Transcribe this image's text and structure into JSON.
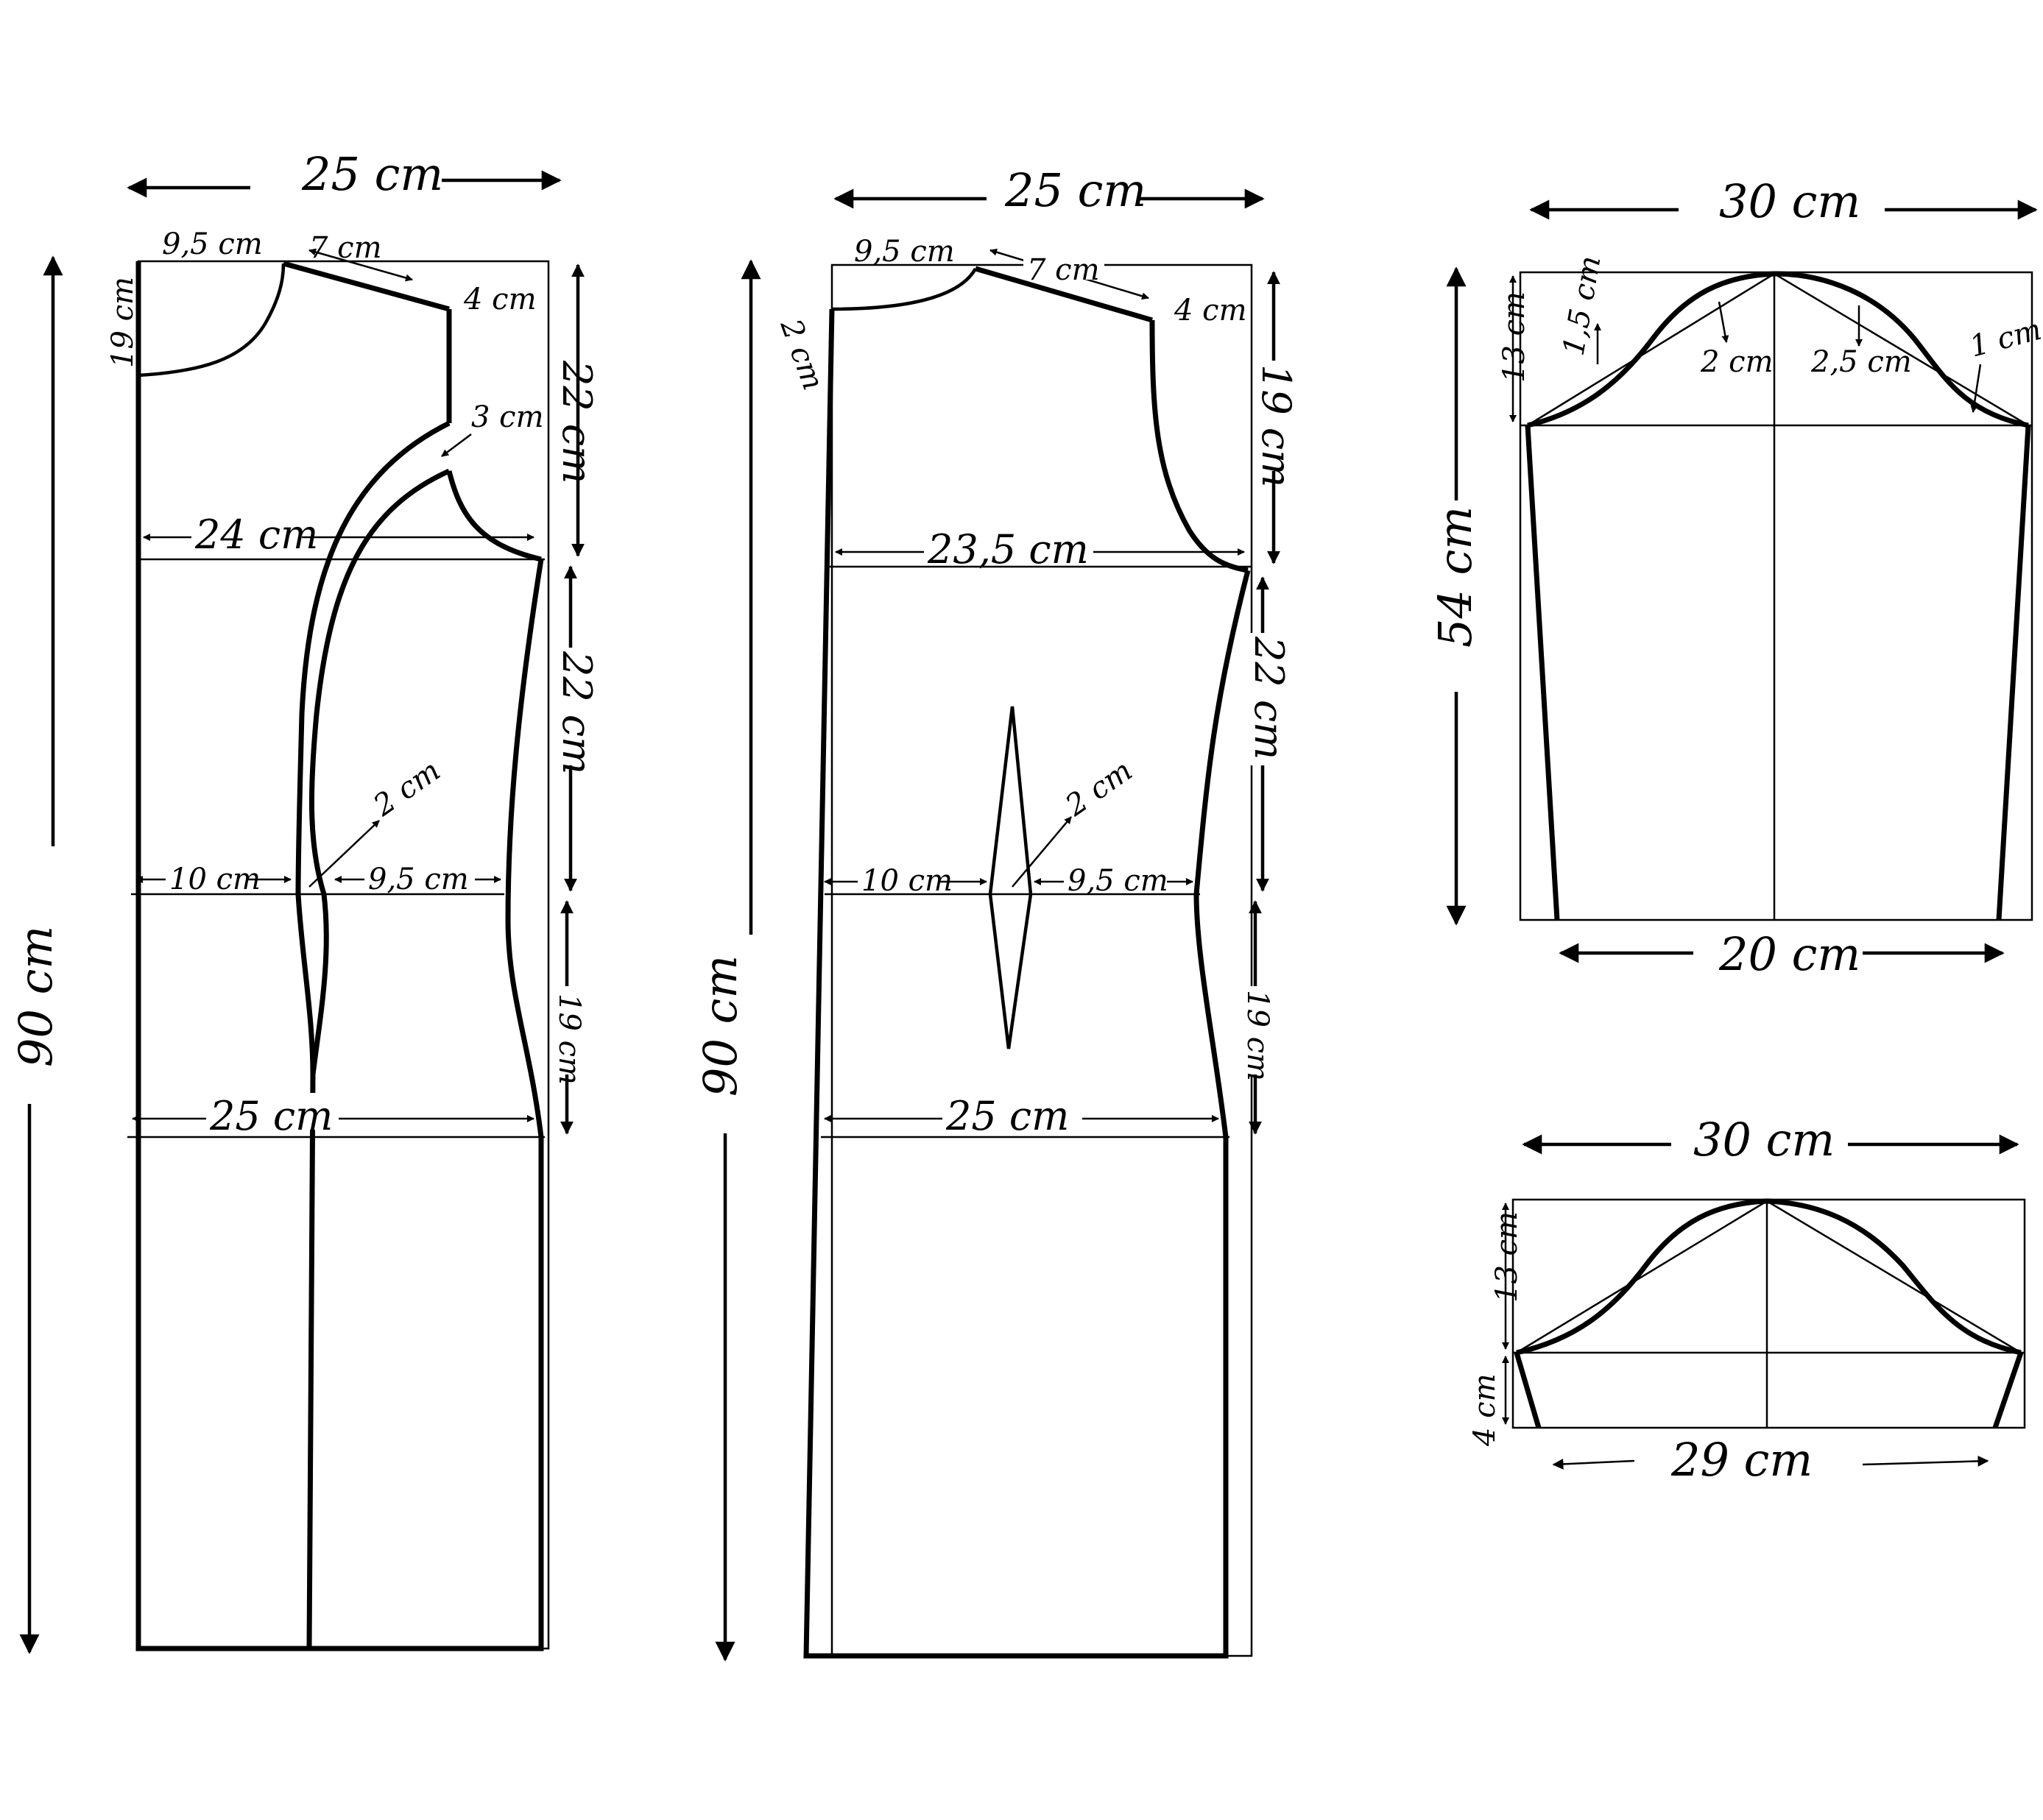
{
  "title": "",
  "pieces": {
    "back": {
      "width_top": "25 cm",
      "height": "90 cm",
      "neck_width": "9,5 cm",
      "neck_depth": "19 cm",
      "shoulder": "7 cm",
      "shoulder_drop": "4 cm",
      "armhole_depth": "22 cm",
      "armhole_curve": "3 cm",
      "chest_width": "24 cm",
      "waist_length": "22 cm",
      "princess_offset": "2 cm",
      "waist_left": "10 cm",
      "waist_right": "9,5 cm",
      "hip_length": "19 cm",
      "hip_width": "25 cm"
    },
    "front": {
      "width_top": "25 cm",
      "height": "90 cm",
      "neck_width": "9,5 cm",
      "neck_depth": "2 cm",
      "shoulder": "7 cm",
      "shoulder_drop": "4 cm",
      "armhole_depth": "19 cm",
      "chest_width": "23,5 cm",
      "waist_length": "22 cm",
      "dart_offset": "2 cm",
      "waist_left": "10 cm",
      "waist_right": "9,5 cm",
      "hip_length": "19 cm",
      "hip_width": "25 cm"
    },
    "sleeve_long": {
      "width": "30 cm",
      "cap_height": "13 cm",
      "length": "54 cm",
      "cuff": "20 cm",
      "cap_a": "1,5 cm",
      "cap_b": "2 cm",
      "cap_c": "2,5 cm",
      "cap_d": "1 cm"
    },
    "sleeve_short": {
      "width": "30 cm",
      "cap_height": "13 cm",
      "length": "4 cm",
      "hem": "29 cm"
    }
  }
}
